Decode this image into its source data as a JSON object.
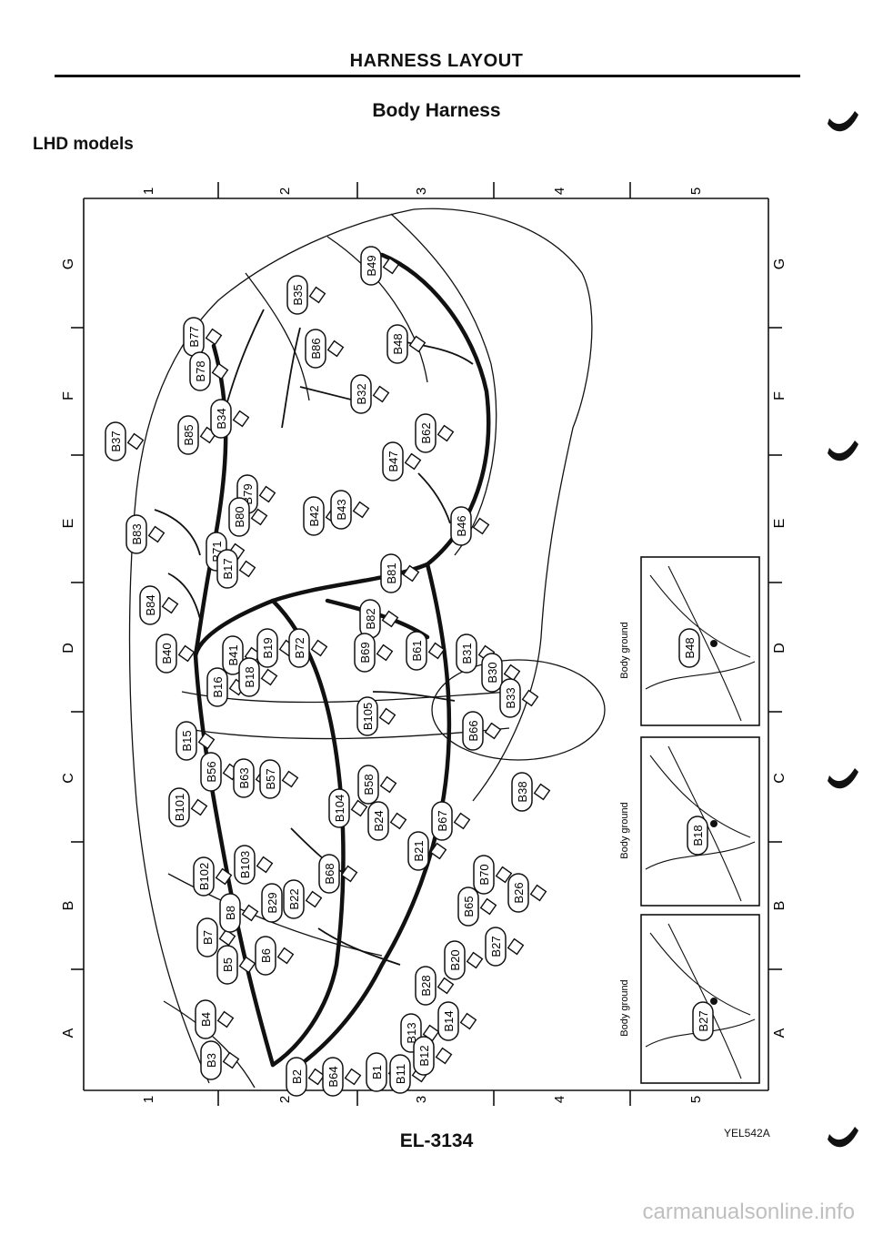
{
  "header": {
    "title": "HARNESS LAYOUT",
    "subtitle": "Body Harness",
    "model": "LHD models"
  },
  "footer": {
    "page_number": "EL-3134",
    "figure_id": "YEL542A"
  },
  "watermark": "carmanualsonline.info",
  "grid": {
    "columns": [
      "1",
      "2",
      "3",
      "4",
      "5"
    ],
    "rows": [
      "G",
      "F",
      "E",
      "D",
      "C",
      "B",
      "A"
    ]
  },
  "connectors": [
    "B49",
    "B35",
    "B77",
    "B86",
    "B48",
    "B78",
    "B32",
    "B34",
    "B85",
    "B37",
    "B62",
    "B47",
    "B79",
    "B80",
    "B42",
    "B43",
    "B46",
    "B83",
    "B71",
    "B17",
    "B81",
    "B84",
    "B82",
    "B40",
    "B41",
    "B19",
    "B72",
    "B69",
    "B61",
    "B31",
    "B30",
    "B16",
    "B18",
    "B33",
    "B15",
    "B105",
    "B66",
    "B56",
    "B63",
    "B57",
    "B58",
    "B38",
    "B101",
    "B104",
    "B24",
    "B67",
    "B21",
    "B102",
    "B103",
    "B68",
    "B70",
    "B26",
    "B7",
    "B8",
    "B29",
    "B22",
    "B65",
    "B27",
    "B5",
    "B6",
    "B28",
    "B20",
    "B4",
    "B14",
    "B13",
    "B3",
    "B12",
    "B2",
    "B64",
    "B1",
    "B11"
  ],
  "insets": [
    {
      "connector": "B48",
      "caption": "Body ground"
    },
    {
      "connector": "B18",
      "caption": "Body ground"
    },
    {
      "connector": "B27",
      "caption": "Body ground"
    }
  ],
  "colors": {
    "ink": "#111111",
    "watermark": "#bfbfbf"
  }
}
